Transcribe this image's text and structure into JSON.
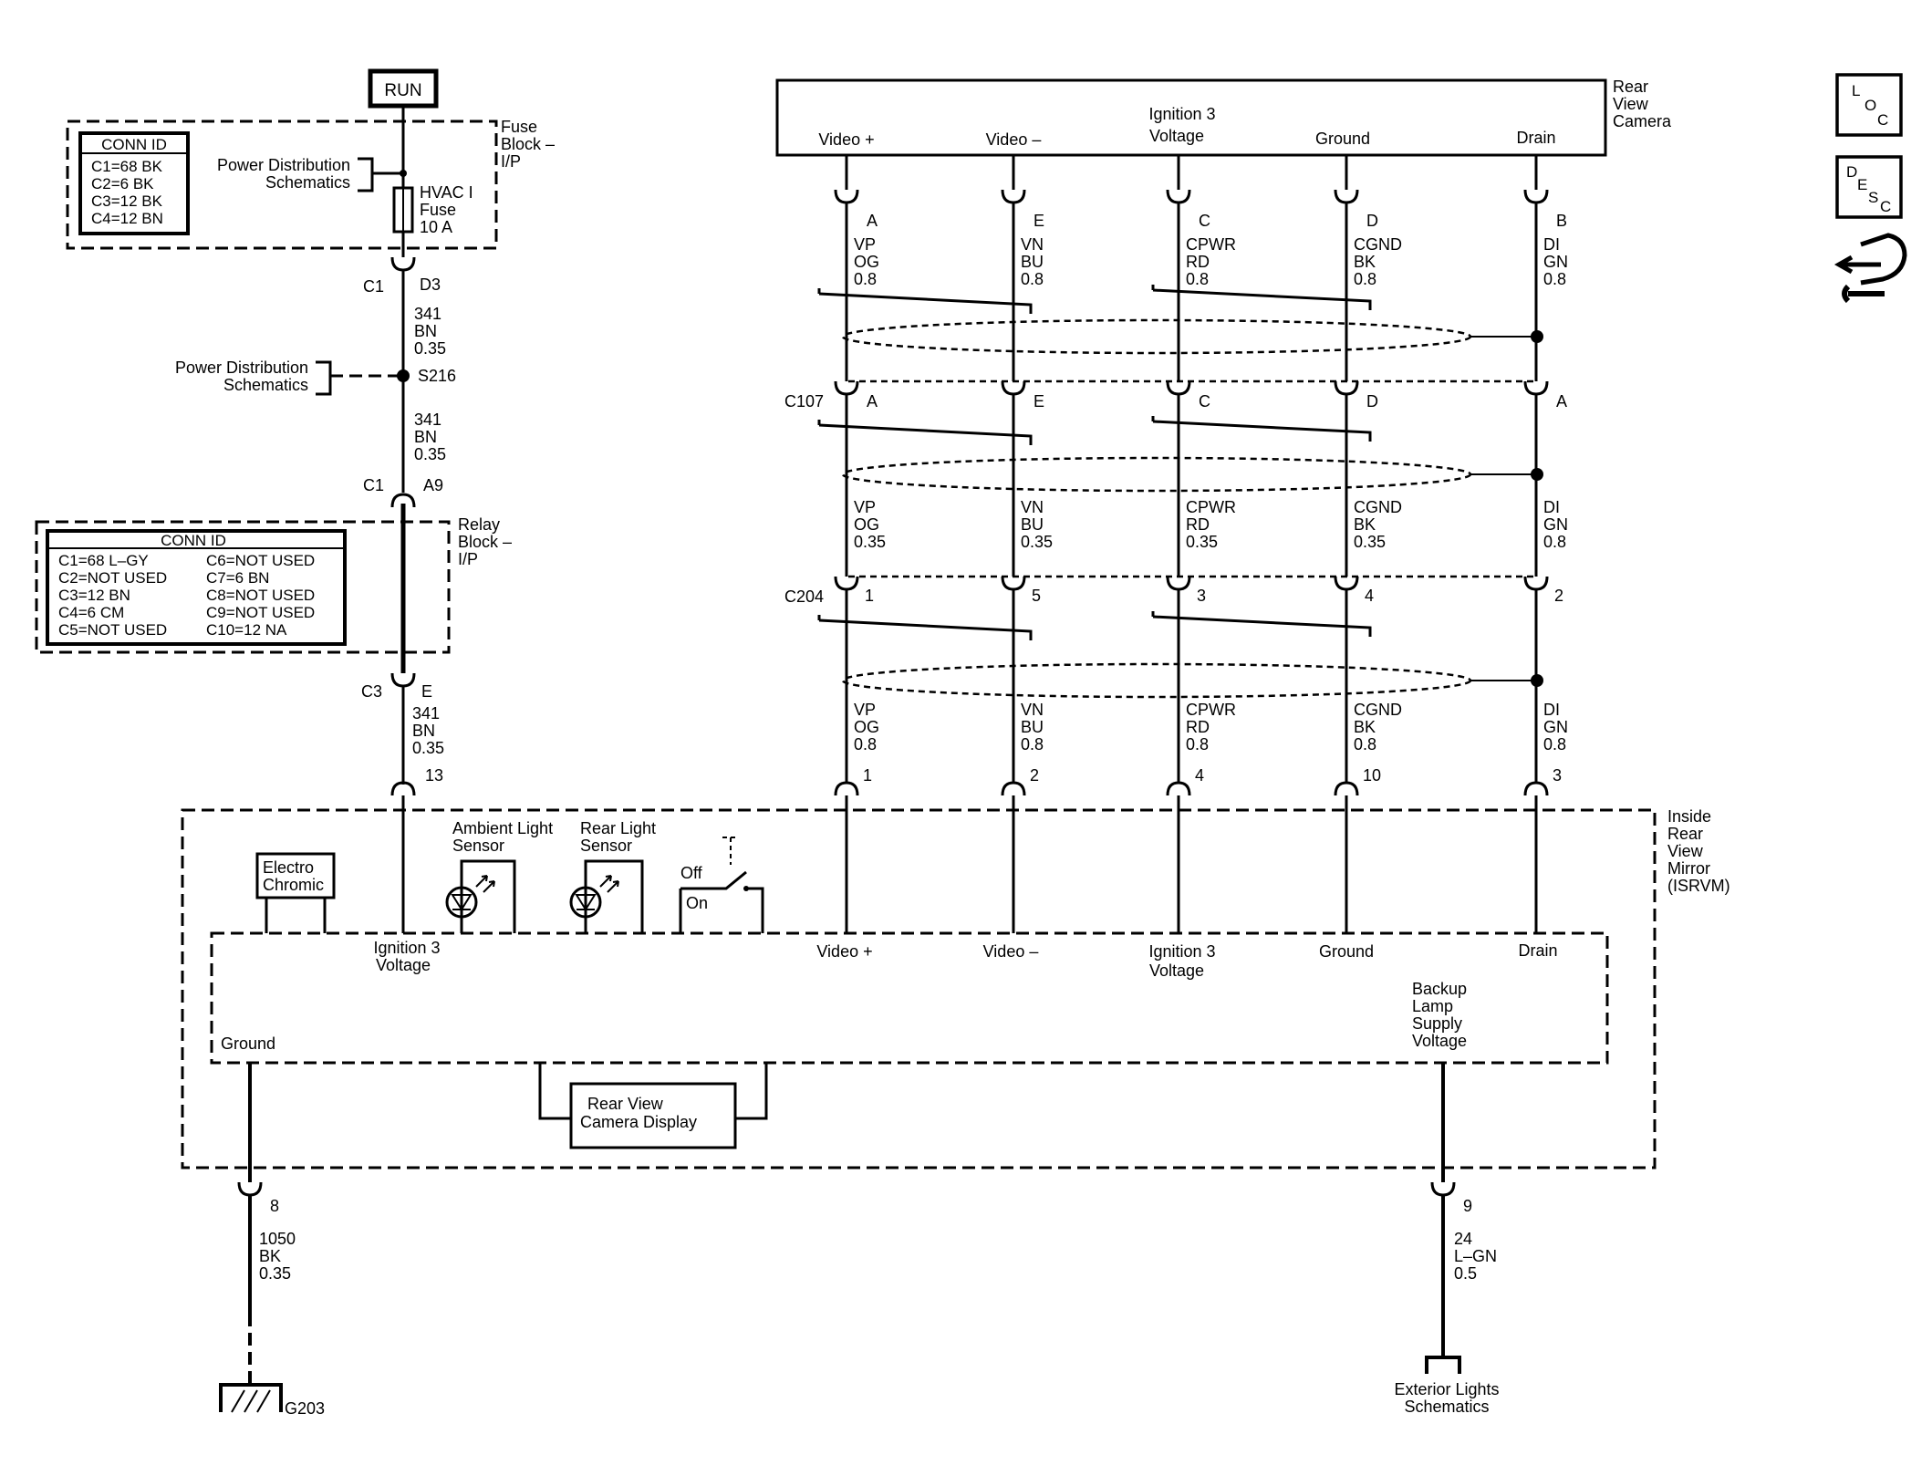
{
  "run": "RUN",
  "fuse_block": {
    "label_l1": "Fuse",
    "label_l2": "Block –",
    "label_l3": "I/P",
    "power_dist_l1": "Power Distribution",
    "power_dist_l2": "Schematics",
    "fuse_l1": "HVAC I",
    "fuse_l2": "Fuse",
    "fuse_l3": "10 A",
    "conn_id": {
      "title": "CONN ID",
      "rows": [
        "C1=68 BK",
        "C2=6 BK",
        "C3=12 BK",
        "C4=12 BN"
      ]
    }
  },
  "left_circuit": {
    "c1_top": "C1",
    "d3": "D3",
    "w1_l1": "341",
    "w1_l2": "BN",
    "w1_l3": "0.35",
    "pd_l1": "Power Distribution",
    "pd_l2": "Schematics",
    "splice": "S216",
    "w2_l1": "341",
    "w2_l2": "BN",
    "w2_l3": "0.35",
    "c1_mid": "C1",
    "a9": "A9",
    "c3": "C3",
    "e": "E",
    "w3_l1": "341",
    "w3_l2": "BN",
    "w3_l3": "0.35",
    "pin13": "13"
  },
  "relay_block": {
    "label_l1": "Relay",
    "label_l2": "Block –",
    "label_l3": "I/P",
    "conn_id": {
      "title": "CONN ID",
      "left": [
        "C1=68 L–GY",
        "C2=NOT USED",
        "C3=12 BN",
        "C4=6 CM",
        "C5=NOT USED"
      ],
      "right": [
        "C6=NOT USED",
        "C7=6 BN",
        "C8=NOT USED",
        "C9=NOT USED",
        "C10=12 NA"
      ]
    }
  },
  "camera": {
    "title_l1": "Rear",
    "title_l2": "View",
    "title_l3": "Camera",
    "pins": [
      "Video +",
      "Video –",
      "Ignition 3",
      "Ground",
      "Drain"
    ],
    "pin_ign_l2": "Voltage"
  },
  "wires": [
    {
      "top_pin": "A",
      "circuit": "VP",
      "color": "OG",
      "gauge_top": "0.8",
      "c107": "A",
      "gauge_mid": "0.35",
      "c204": "1",
      "gauge_bot": "0.8",
      "mirror_pin": "1"
    },
    {
      "top_pin": "E",
      "circuit": "VN",
      "color": "BU",
      "gauge_top": "0.8",
      "c107": "E",
      "gauge_mid": "0.35",
      "c204": "5",
      "gauge_bot": "0.8",
      "mirror_pin": "2"
    },
    {
      "top_pin": "C",
      "circuit": "CPWR",
      "color": "RD",
      "gauge_top": "0.8",
      "c107": "C",
      "gauge_mid": "0.35",
      "c204": "3",
      "gauge_bot": "0.8",
      "mirror_pin": "4"
    },
    {
      "top_pin": "D",
      "circuit": "CGND",
      "color": "BK",
      "gauge_top": "0.8",
      "c107": "D",
      "gauge_mid": "0.35",
      "c204": "4",
      "gauge_bot": "0.8",
      "mirror_pin": "10"
    },
    {
      "top_pin": "B",
      "circuit": "DI",
      "color": "GN",
      "gauge_top": "0.8",
      "c107": "A",
      "gauge_mid": "0.8",
      "c204": "2",
      "gauge_bot": "0.8",
      "mirror_pin": "3"
    }
  ],
  "connectors": {
    "c107": "C107",
    "c204": "C204"
  },
  "mirror": {
    "title_l1": "Inside",
    "title_l2": "Rear",
    "title_l3": "View",
    "title_l4": "Mirror",
    "title_l5": "(ISRVM)",
    "electro_l1": "Electro",
    "electro_l2": "Chromic",
    "ambient_l1": "Ambient Light",
    "ambient_l2": "Sensor",
    "rear_l1": "Rear Light",
    "rear_l2": "Sensor",
    "off": "Off",
    "on": "On",
    "ign_l1": "Ignition 3",
    "ign_l2": "Voltage",
    "video_p": "Video +",
    "video_m": "Video –",
    "ign2_l1": "Ignition 3",
    "ign2_l2": "Voltage",
    "ground_r": "Ground",
    "drain": "Drain",
    "ground_l": "Ground",
    "backup_l1": "Backup",
    "backup_l2": "Lamp",
    "backup_l3": "Supply",
    "backup_l4": "Voltage",
    "display_l1": "Rear View",
    "display_l2": "Camera Display"
  },
  "ground_circuit": {
    "pin": "8",
    "w_l1": "1050",
    "w_l2": "BK",
    "w_l3": "0.35",
    "ground": "G203"
  },
  "backup_circuit": {
    "pin": "9",
    "w_l1": "24",
    "w_l2": "L–GN",
    "w_l3": "0.5",
    "ext_l1": "Exterior Lights",
    "ext_l2": "Schematics"
  },
  "side_icons": {
    "loc": [
      "L",
      "O",
      "C"
    ],
    "desc": [
      "D",
      "E",
      "S",
      "C"
    ]
  }
}
